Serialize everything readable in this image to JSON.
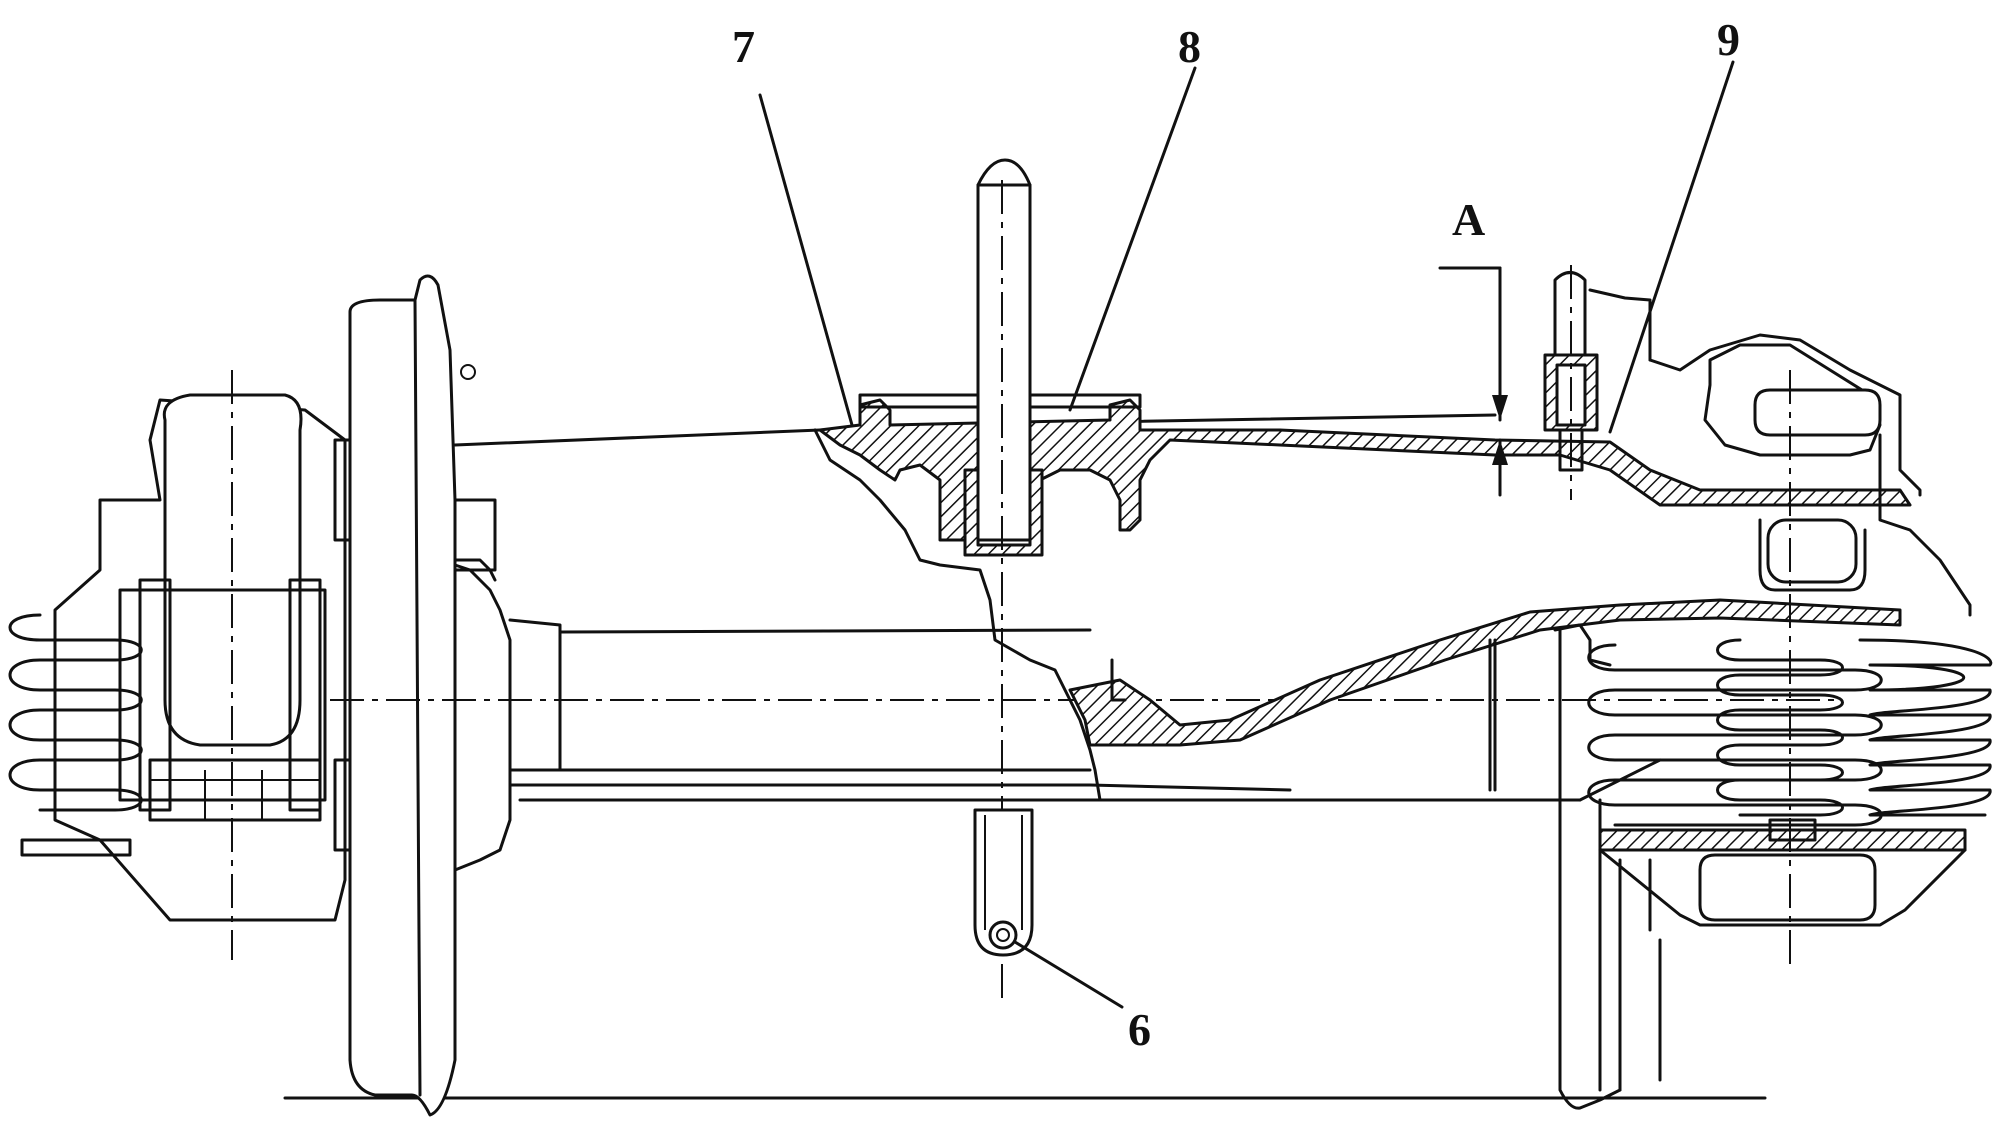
{
  "labels": {
    "part_6": "6",
    "part_7": "7",
    "part_8": "8",
    "part_9": "9",
    "dim_a": "A"
  },
  "colors": {
    "ink": "#111111",
    "paper": "#ffffff"
  }
}
